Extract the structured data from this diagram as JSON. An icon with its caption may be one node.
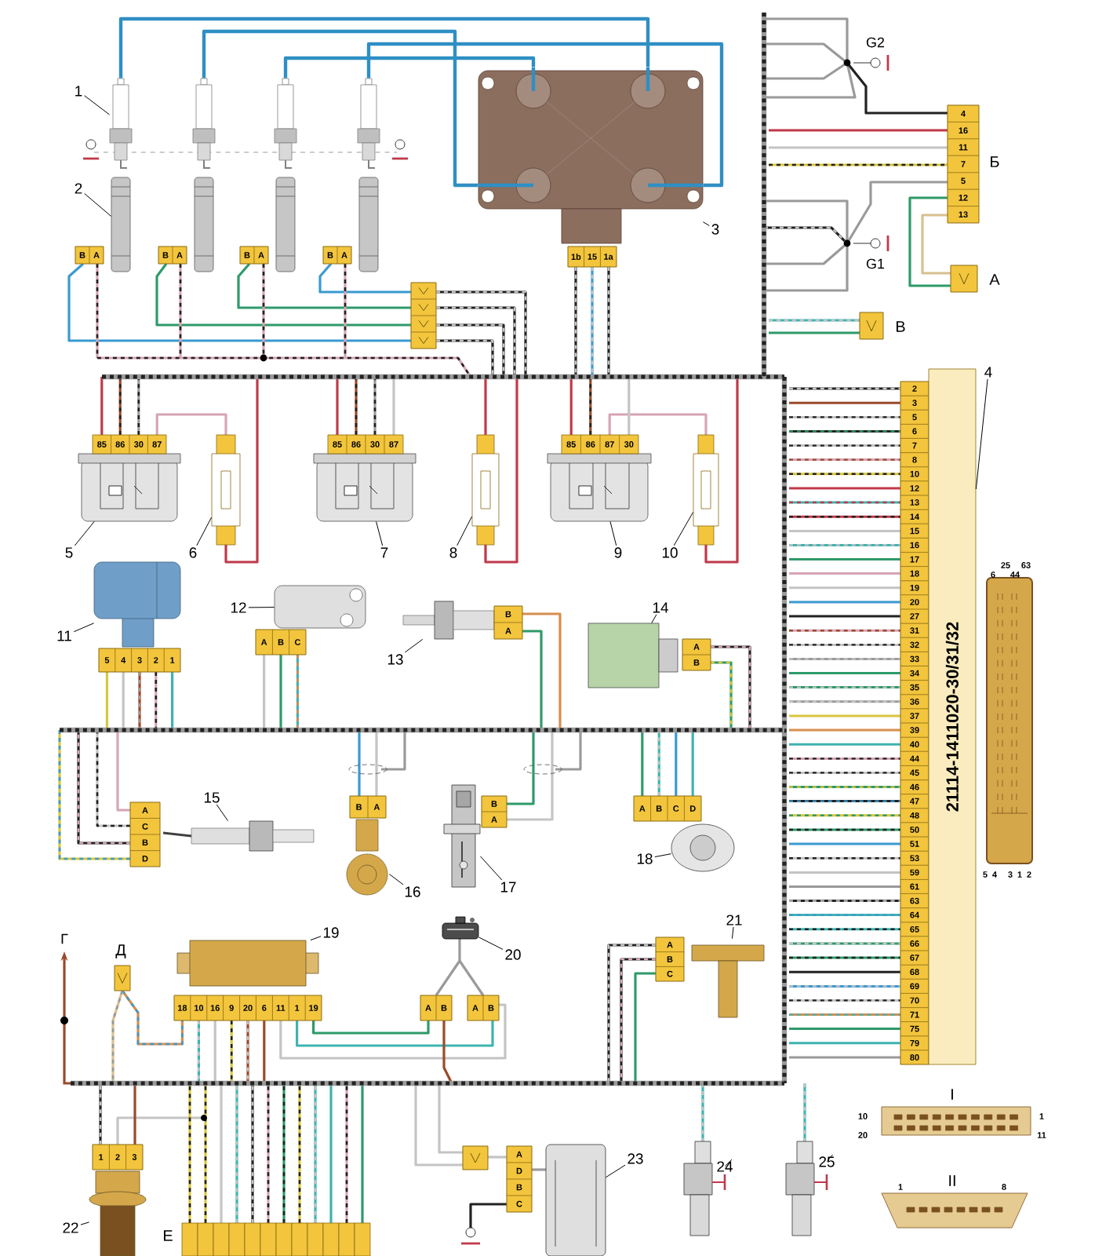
{
  "diagram": {
    "nodes": [
      {
        "text": [],
        "shape": "picture"
      },
      {
        "text": [],
        "shape": "picture"
      },
      {
        "text": [],
        "shape": "picture"
      },
      {
        "text": [],
        "shape": "picture"
      },
      {
        "text": [],
        "shape": "picture"
      },
      {
        "text": [],
        "shape": "picture"
      },
      {
        "text": [],
        "shape": "picture"
      },
      {
        "text": [],
        "shape": "picture"
      },
      {
        "text": [
          "B",
          "A"
        ]
      },
      {
        "text": [
          "B",
          "A"
        ]
      },
      {
        "text": [
          "B",
          "A"
        ]
      },
      {
        "text": [
          "B",
          "A"
        ]
      },
      {
        "text": [],
        "shape": "picture"
      },
      {
        "text": [
          "1b",
          "15",
          "1a"
        ]
      },
      {
        "text": [],
        "shape": "box"
      },
      {
        "text": [
          "4",
          "16",
          "11",
          "7",
          "5",
          "12",
          "13"
        ],
        "beside": [
          "Б"
        ]
      },
      {
        "text": [],
        "shape": "box",
        "beside": [
          "А"
        ]
      },
      {
        "text": [],
        "shape": "box",
        "beside": [
          "В"
        ]
      },
      {
        "text": [
          "2",
          "3",
          "5",
          "6",
          "7",
          "8",
          "10",
          "12",
          "13",
          "14",
          "15",
          "16",
          "17",
          "18",
          "19",
          "20",
          "27",
          "31",
          "32",
          "33",
          "34",
          "35",
          "36",
          "37",
          "39",
          "40",
          "44",
          "45",
          "46",
          "47",
          "48",
          "50",
          "51",
          "53",
          "59",
          "61",
          "63",
          "64",
          "65",
          "66",
          "67",
          "68",
          "69",
          "70",
          "71",
          "75",
          "79",
          "80"
        ]
      },
      {
        "text": [
          "21114-1411020-30/31/32"
        ]
      },
      {
        "text": [],
        "shape": "picture",
        "beside": [
          "25",
          "63",
          "6",
          "44",
          "5",
          "4",
          "3",
          "1",
          "2"
        ]
      },
      {
        "text": [
          "85",
          "86",
          "30",
          "87"
        ]
      },
      {
        "text": [],
        "shape": "picture"
      },
      {
        "text": [
          "85",
          "86",
          "30",
          "87"
        ]
      },
      {
        "text": [],
        "shape": "picture"
      },
      {
        "text": [
          "85",
          "86",
          "87",
          "30"
        ]
      },
      {
        "text": [],
        "shape": "picture"
      },
      {
        "text": [],
        "shape": "picture"
      },
      {
        "text": [
          "5",
          "4",
          "3",
          "2",
          "1"
        ]
      },
      {
        "text": [],
        "shape": "picture"
      },
      {
        "text": [
          "A",
          "B",
          "C"
        ]
      },
      {
        "text": [],
        "shape": "picture"
      },
      {
        "text": [
          "B",
          "A"
        ]
      },
      {
        "text": [],
        "shape": "box"
      },
      {
        "text": [
          "A",
          "B"
        ]
      },
      {
        "text": [],
        "shape": "picture"
      },
      {
        "text": [
          "A",
          "C",
          "B",
          "D"
        ]
      },
      {
        "text": [],
        "shape": "picture"
      },
      {
        "text": [
          "B",
          "A"
        ]
      },
      {
        "text": [],
        "shape": "picture"
      },
      {
        "text": [
          "B",
          "A"
        ]
      },
      {
        "text": [],
        "shape": "picture"
      },
      {
        "text": [
          "A",
          "B",
          "C",
          "D"
        ]
      },
      {
        "text": [],
        "shape": "picture"
      },
      {
        "text": [
          "18",
          "10",
          "16",
          "9",
          "20",
          "6",
          "11",
          "1",
          "19"
        ]
      },
      {
        "text": [],
        "shape": "picture"
      },
      {
        "text": [
          "A",
          "B"
        ]
      },
      {
        "text": [
          "A",
          "B"
        ]
      },
      {
        "text": [],
        "shape": "picture"
      },
      {
        "text": [
          "A",
          "B",
          "C"
        ]
      },
      {
        "text": [],
        "shape": "picture"
      },
      {
        "text": [
          "1",
          "2",
          "3"
        ]
      },
      {
        "text": [],
        "shape": "picture"
      },
      {
        "text": [],
        "shape": "box"
      },
      {
        "text": [
          "A",
          "D",
          "B",
          "C"
        ]
      },
      {
        "text": [],
        "shape": "picture"
      },
      {
        "text": [],
        "shape": "picture"
      },
      {
        "text": [],
        "shape": "box",
        "beside": [
          "Д"
        ]
      },
      {
        "text": [],
        "shape": "box",
        "beside": [
          "Е"
        ]
      },
      {
        "text": [],
        "shape": "picture",
        "beside": [
          "I",
          "10",
          "1",
          "20",
          "11"
        ]
      },
      {
        "text": [],
        "shape": "picture",
        "beside": [
          "II",
          "1",
          "8"
        ]
      },
      {
        "text": [
          "1"
        ]
      },
      {
        "text": [
          "2"
        ]
      },
      {
        "text": [
          "3"
        ]
      },
      {
        "text": [
          "4"
        ]
      },
      {
        "text": [
          "5"
        ]
      },
      {
        "text": [
          "6"
        ]
      },
      {
        "text": [
          "7"
        ]
      },
      {
        "text": [
          "8"
        ]
      },
      {
        "text": [
          "9"
        ]
      },
      {
        "text": [
          "10"
        ]
      },
      {
        "text": [
          "11"
        ]
      },
      {
        "text": [
          "12"
        ]
      },
      {
        "text": [
          "13"
        ]
      },
      {
        "text": [
          "14"
        ]
      },
      {
        "text": [
          "15"
        ]
      },
      {
        "text": [
          "16"
        ]
      },
      {
        "text": [
          "17"
        ]
      },
      {
        "text": [
          "18"
        ]
      },
      {
        "text": [
          "19"
        ]
      },
      {
        "text": [
          "20"
        ]
      },
      {
        "text": [
          "21"
        ]
      },
      {
        "text": [
          "22"
        ]
      },
      {
        "text": [
          "23"
        ]
      },
      {
        "text": [
          "24"
        ]
      },
      {
        "text": [
          "25"
        ]
      }
    ],
    "edges": [
      {
        "from": 0,
        "to": 12,
        "arrow": "none",
        "style": "thick",
        "color": "#2f8fc4"
      },
      {
        "from": 1,
        "to": 12,
        "arrow": "none",
        "style": "thick",
        "color": "#2f8fc4"
      },
      {
        "from": 2,
        "to": 12,
        "arrow": "none",
        "style": "thick",
        "color": "#2f8fc4"
      },
      {
        "from": 3,
        "to": 12,
        "arrow": "none",
        "style": "thick",
        "color": "#2f8fc4"
      },
      {
        "from": 61,
        "to": 0,
        "arrow": "none"
      },
      {
        "from": 62,
        "to": 4,
        "arrow": "none"
      },
      {
        "from": 63,
        "to": 12,
        "arrow": "none"
      },
      {
        "from": 64,
        "to": 19,
        "arrow": "none"
      },
      {
        "from": 65,
        "to": 21,
        "arrow": "none"
      },
      {
        "from": 66,
        "to": 22,
        "arrow": "none"
      },
      {
        "from": 67,
        "to": 23,
        "arrow": "none"
      },
      {
        "from": 68,
        "to": 24,
        "arrow": "none"
      },
      {
        "from": 69,
        "to": 25,
        "arrow": "none"
      },
      {
        "from": 70,
        "to": 26,
        "arrow": "none"
      },
      {
        "from": 71,
        "to": 27,
        "arrow": "none"
      },
      {
        "from": 72,
        "to": 29,
        "arrow": "none"
      },
      {
        "from": 73,
        "to": 31,
        "arrow": "none"
      },
      {
        "from": 74,
        "to": 33,
        "arrow": "none"
      },
      {
        "from": 75,
        "to": 35,
        "arrow": "none"
      },
      {
        "from": 76,
        "to": 37,
        "arrow": "none"
      },
      {
        "from": 77,
        "to": 39,
        "arrow": "none"
      },
      {
        "from": 78,
        "to": 41,
        "arrow": "none"
      },
      {
        "from": 79,
        "to": 43,
        "arrow": "none"
      },
      {
        "from": 80,
        "to": 45,
        "arrow": "none"
      },
      {
        "from": 81,
        "to": 48,
        "arrow": "none"
      },
      {
        "from": 82,
        "to": 50,
        "arrow": "none"
      },
      {
        "from": 83,
        "to": 52,
        "arrow": "none"
      },
      {
        "from": 84,
        "to": 55,
        "arrow": "none"
      },
      {
        "from": 85,
        "to": 56,
        "arrow": "none"
      }
    ],
    "labels": [
      "G2",
      "G1",
      "Г"
    ]
  }
}
